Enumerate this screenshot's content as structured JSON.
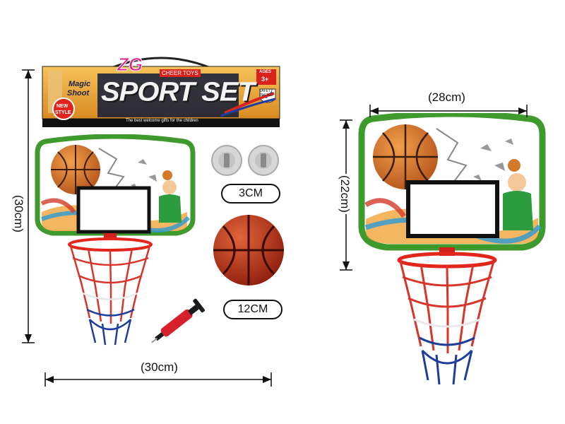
{
  "header_card": {
    "brand": "ZG",
    "small_label": "CHEER TOYS",
    "title": "SPORT SET",
    "subtitle_line1": "Magic",
    "subtitle_line2": "Shoot",
    "badge_line1": "NEW",
    "badge_line2": "STYLE",
    "age_label": "AGES",
    "age_value": "3+",
    "safety_line1": "SAFETY",
    "safety_line2": "TESTED",
    "tagline": "The best welcome gifts for the children"
  },
  "dimensions": {
    "left_height": "(30cm)",
    "left_width": "(30cm)",
    "right_width": "(28cm)",
    "right_height": "(22cm)"
  },
  "accessories": {
    "suction_cup_size": "3CM",
    "ball_size": "12CM"
  },
  "colors": {
    "board_border": "#3f9a2e",
    "rim": "#e2261c",
    "ball": "#c8401f",
    "header_bg": "#f0a838",
    "pump": "#d8202a"
  }
}
